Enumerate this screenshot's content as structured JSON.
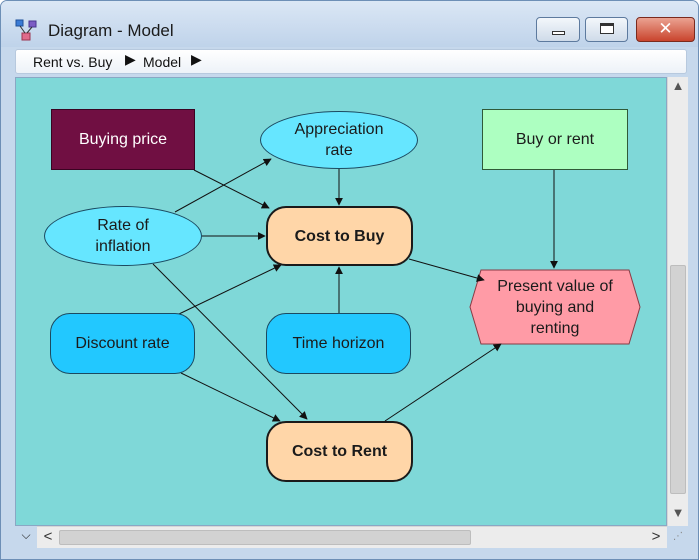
{
  "window": {
    "title": "Diagram - Model",
    "close_glyph": "✕"
  },
  "breadcrumb": {
    "items": [
      "Rent vs. Buy",
      "Model"
    ],
    "separator": "▶"
  },
  "diagram": {
    "nodes": {
      "buying_price": {
        "lines": [
          "Buying price"
        ],
        "kind": "decision",
        "color": "#700f42"
      },
      "appreciation_rate": {
        "lines": [
          "Appreciation",
          "rate"
        ],
        "kind": "chance",
        "color": "#66e6ff"
      },
      "buy_or_rent": {
        "lines": [
          "Buy or rent"
        ],
        "kind": "decision",
        "color": "#adffc1"
      },
      "rate_of_inflation": {
        "lines": [
          "Rate of",
          "inflation"
        ],
        "kind": "chance",
        "color": "#66e6ff"
      },
      "cost_to_buy": {
        "lines": [
          "Cost to Buy"
        ],
        "kind": "general",
        "color": "#ffd6a8"
      },
      "discount_rate": {
        "lines": [
          "Discount rate"
        ],
        "kind": "constant",
        "color": "#22c8ff"
      },
      "time_horizon": {
        "lines": [
          "Time horizon"
        ],
        "kind": "constant",
        "color": "#22c8ff"
      },
      "cost_to_rent": {
        "lines": [
          "Cost to Rent"
        ],
        "kind": "general",
        "color": "#ffd6a8"
      },
      "present_value": {
        "lines": [
          "Present value of",
          "buying and",
          "renting"
        ],
        "kind": "objective",
        "color": "#ff9ba6"
      }
    },
    "edges": [
      [
        "buying_price",
        "cost_to_buy"
      ],
      [
        "rate_of_inflation",
        "appreciation_rate"
      ],
      [
        "appreciation_rate",
        "cost_to_buy"
      ],
      [
        "rate_of_inflation",
        "cost_to_buy"
      ],
      [
        "discount_rate",
        "cost_to_buy"
      ],
      [
        "time_horizon",
        "cost_to_buy"
      ],
      [
        "rate_of_inflation",
        "cost_to_rent"
      ],
      [
        "discount_rate",
        "cost_to_rent"
      ],
      [
        "cost_to_buy",
        "present_value"
      ],
      [
        "cost_to_rent",
        "present_value"
      ],
      [
        "buy_or_rent",
        "present_value"
      ]
    ]
  },
  "scrollbars": {
    "up": "▲",
    "down": "▼",
    "left": "<",
    "right": ">",
    "zoom": "⌵",
    "grip": "⋰"
  }
}
